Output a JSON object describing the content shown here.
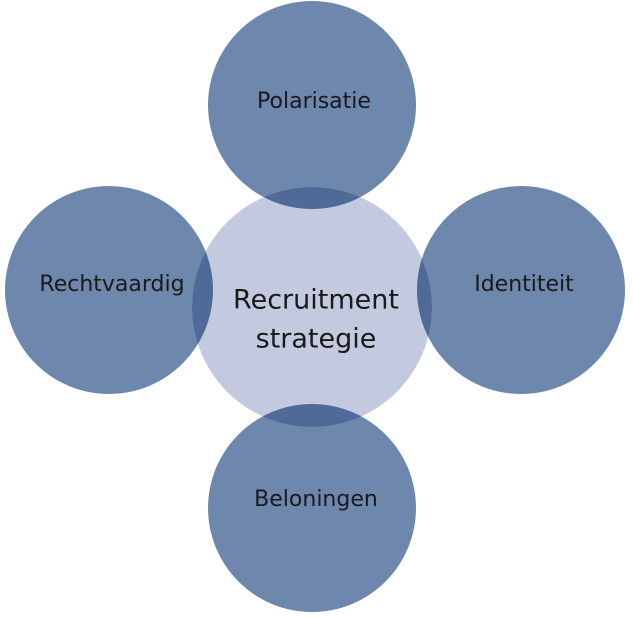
{
  "colors": {
    "outer": "#6d87ad",
    "center": "#c3cadf",
    "overlap": "#4f6a96",
    "text": "#1a1a1a"
  },
  "center": {
    "line1": "Recruitment",
    "line2": "strategie"
  },
  "nodes": {
    "top": "Polarisatie",
    "left": "Rechtvaardig",
    "right": "Identiteit",
    "bottom": "Beloningen"
  }
}
